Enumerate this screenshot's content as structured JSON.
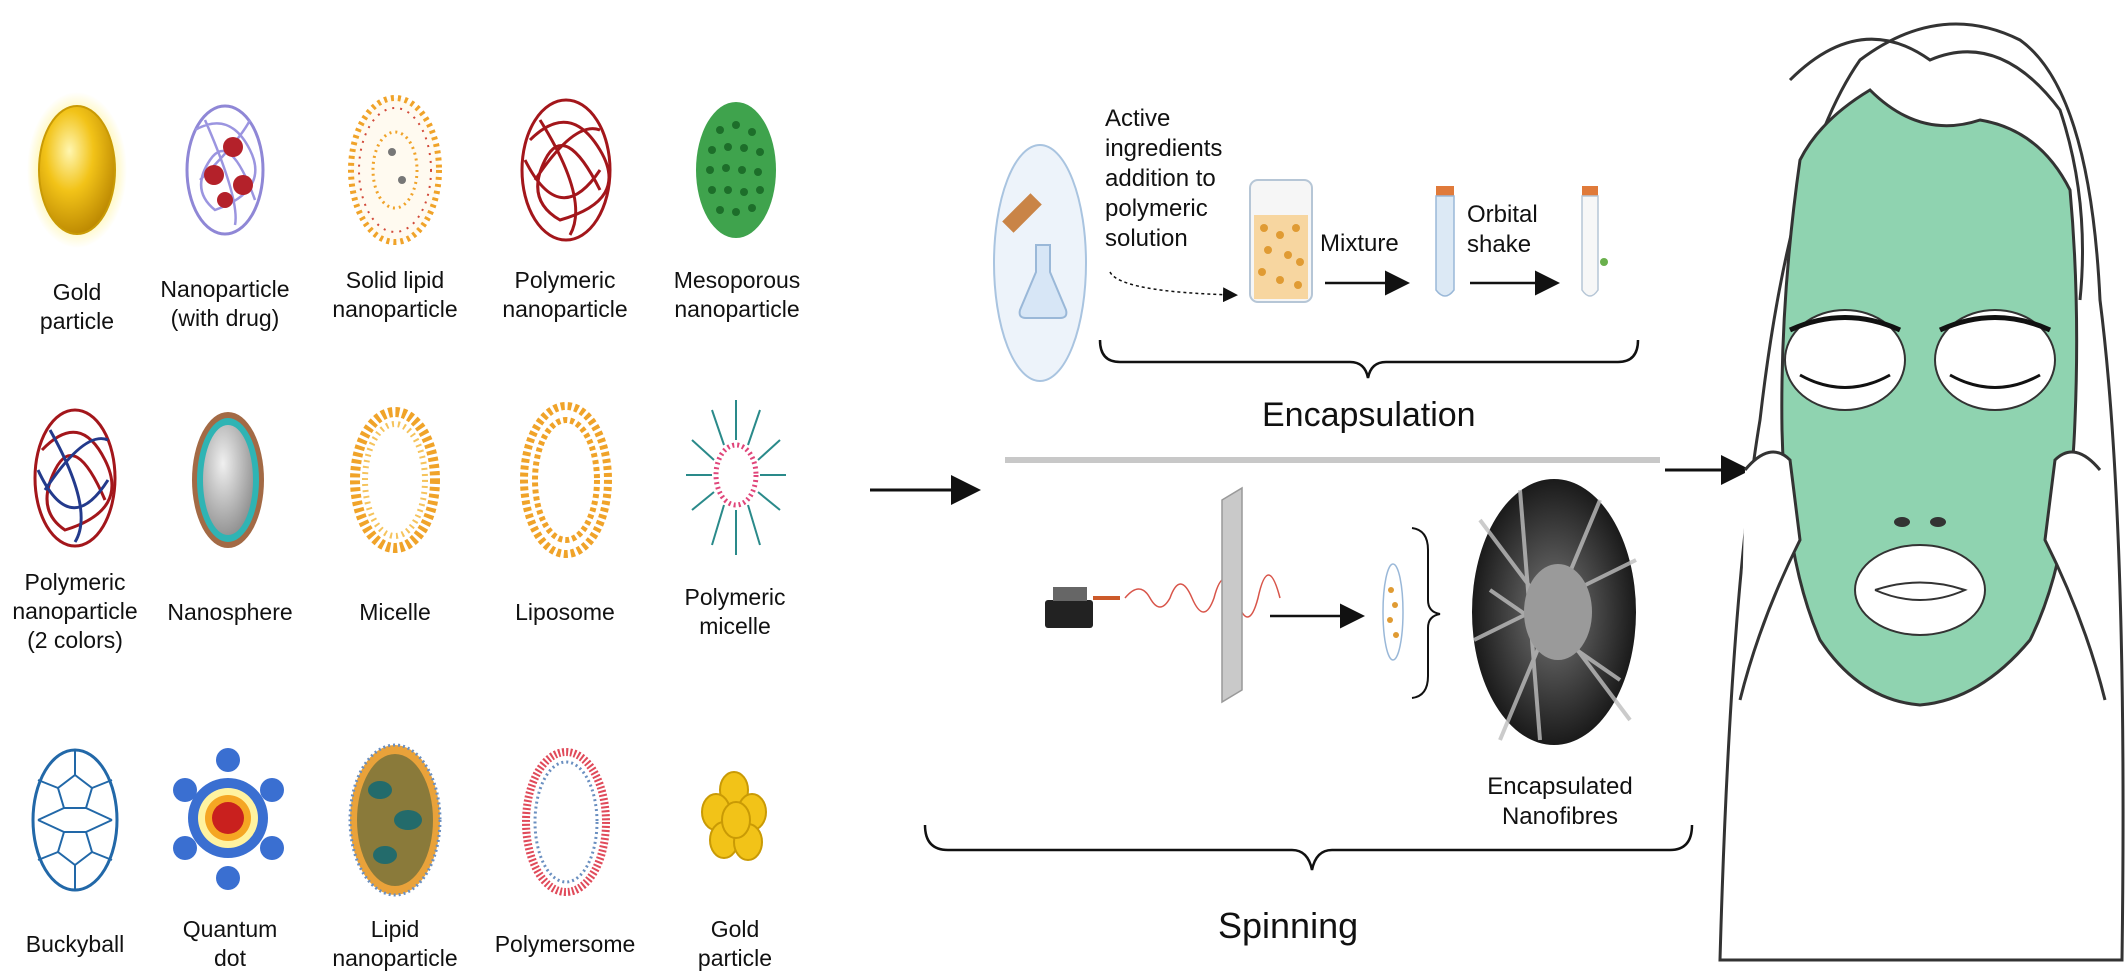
{
  "particles": [
    {
      "label": "Gold\nparticle",
      "icon": "gold-sphere-icon"
    },
    {
      "label": "Nanoparticle\n(with drug)",
      "icon": "drug-nanoparticle-icon"
    },
    {
      "label": "Solid lipid\nnanoparticle",
      "icon": "solid-lipid-icon"
    },
    {
      "label": "Polymeric\nnanoparticle",
      "icon": "polymeric-icon"
    },
    {
      "label": "Mesoporous\nnanoparticle",
      "icon": "mesoporous-icon"
    },
    {
      "label": "Polymeric\nnanoparticle\n(2 colors)",
      "icon": "polymeric-2color-icon"
    },
    {
      "label": "Nanosphere",
      "icon": "nanosphere-icon"
    },
    {
      "label": "Micelle",
      "icon": "micelle-icon"
    },
    {
      "label": "Liposome",
      "icon": "liposome-icon"
    },
    {
      "label": "Polymeric\nmicelle",
      "icon": "polymeric-micelle-icon"
    },
    {
      "label": "Buckyball",
      "icon": "buckyball-icon"
    },
    {
      "label": "Quantum\ndot",
      "icon": "quantum-dot-icon"
    },
    {
      "label": "Lipid\nnanoparticle",
      "icon": "lipid-nanoparticle-icon"
    },
    {
      "label": "Polymersome",
      "icon": "polymersome-icon"
    },
    {
      "label": "Gold\nparticle",
      "icon": "gold-cluster-icon"
    }
  ],
  "encapsulation": {
    "step_active": "Active\ningredients\naddition to\npolymeric\nsolution",
    "step_mixture": "Mixture",
    "step_orbital": "Orbital\nshake",
    "title": "Encapsulation"
  },
  "spinning": {
    "product": "Encapsulated\nNanofibres",
    "title": "Spinning"
  },
  "colors": {
    "gold": "#f2c318",
    "mask": "#8fd3b0",
    "lipid_orange": "#f0a329",
    "polymer_red": "#a3161b",
    "mesoporous_green": "#3fa34d"
  }
}
